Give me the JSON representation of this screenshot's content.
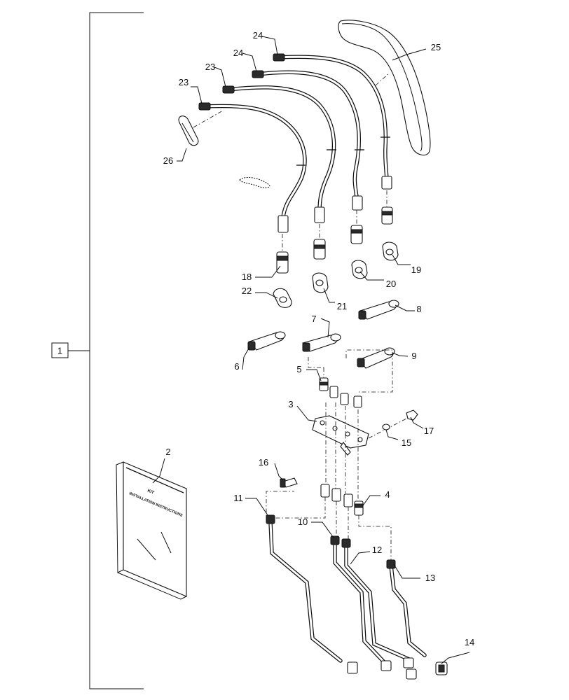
{
  "kit_label": "1",
  "manual": {
    "line1": "KIT",
    "line2": "INSTALLATION INSTRUCTIONS"
  },
  "callouts": [
    "2",
    "3",
    "4",
    "5",
    "6",
    "7",
    "8",
    "9",
    "10",
    "11",
    "12",
    "13",
    "14",
    "15",
    "16",
    "17",
    "18",
    "19",
    "20",
    "21",
    "22",
    "23",
    "23",
    "24",
    "24",
    "25",
    "26"
  ]
}
